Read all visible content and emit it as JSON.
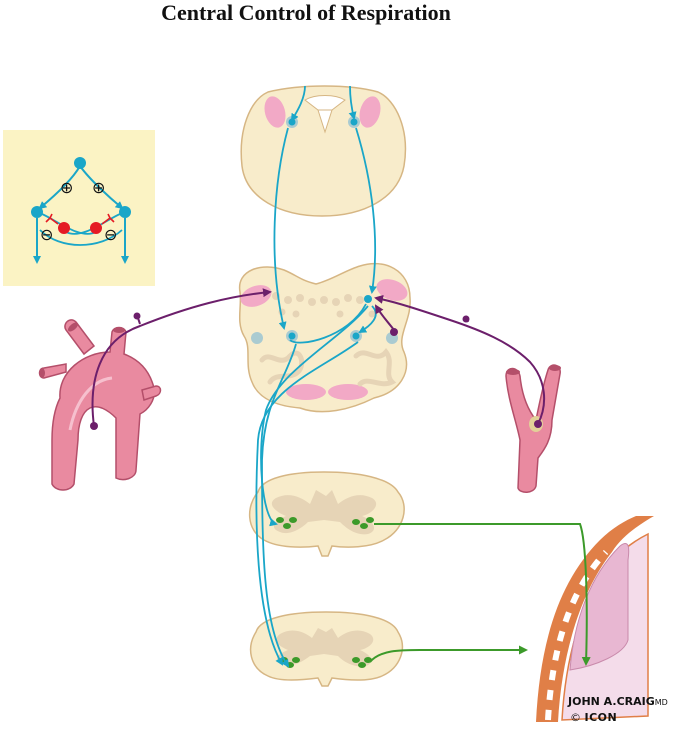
{
  "title": "Central Control of Respiration",
  "signature": {
    "name": "JOHN A.CRAIG",
    "suffix": "MD"
  },
  "logo": {
    "copyright": "©",
    "mark": "ICON"
  },
  "inset_symbols": {
    "plus": "⊕",
    "minus": "⊖"
  },
  "colors": {
    "tissue": "#f8eccb",
    "tissue_edge": "#d6b684",
    "gray_matter": "#e6d4b6",
    "nucleus_pink": "#f2a9c6",
    "neuron_blue": "#1aa6c8",
    "sensory_purple": "#6c1f6b",
    "motor_green": "#3c9a2a",
    "inhibitory_red": "#e51b24",
    "vessel_pink": "#e98aa0",
    "vessel_dark": "#b44f6a",
    "lung_pink": "#e8b7d2",
    "chest_wall": "#e07f47",
    "inset_bg": "#fbf3c4"
  }
}
